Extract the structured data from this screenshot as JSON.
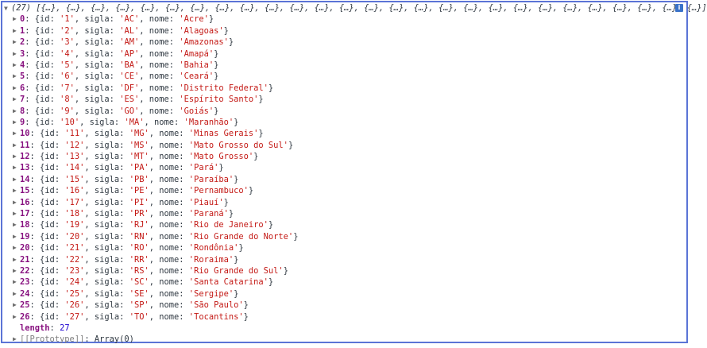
{
  "header": {
    "count": "(27)",
    "preview": "[{…}, {…}, {…}, {…}, {…}, {…}, {…}, {…}, {…}, {…}, {…}, {…}, {…}, {…}, {…}, {…}, {…}, {…}, {…}, {…}, {…}, {…}, {…}, {…}, {…}, {…}, {…}]",
    "info_icon_label": "i"
  },
  "rows": [
    {
      "index": "0",
      "id": "1",
      "sigla": "AC",
      "nome": "Acre"
    },
    {
      "index": "1",
      "id": "2",
      "sigla": "AL",
      "nome": "Alagoas"
    },
    {
      "index": "2",
      "id": "3",
      "sigla": "AM",
      "nome": "Amazonas"
    },
    {
      "index": "3",
      "id": "4",
      "sigla": "AP",
      "nome": "Amapá"
    },
    {
      "index": "4",
      "id": "5",
      "sigla": "BA",
      "nome": "Bahia"
    },
    {
      "index": "5",
      "id": "6",
      "sigla": "CE",
      "nome": "Ceará"
    },
    {
      "index": "6",
      "id": "7",
      "sigla": "DF",
      "nome": "Distrito Federal"
    },
    {
      "index": "7",
      "id": "8",
      "sigla": "ES",
      "nome": "Espírito Santo"
    },
    {
      "index": "8",
      "id": "9",
      "sigla": "GO",
      "nome": "Goiás"
    },
    {
      "index": "9",
      "id": "10",
      "sigla": "MA",
      "nome": "Maranhão"
    },
    {
      "index": "10",
      "id": "11",
      "sigla": "MG",
      "nome": "Minas Gerais"
    },
    {
      "index": "11",
      "id": "12",
      "sigla": "MS",
      "nome": "Mato Grosso do Sul"
    },
    {
      "index": "12",
      "id": "13",
      "sigla": "MT",
      "nome": "Mato Grosso"
    },
    {
      "index": "13",
      "id": "14",
      "sigla": "PA",
      "nome": "Pará"
    },
    {
      "index": "14",
      "id": "15",
      "sigla": "PB",
      "nome": "Paraíba"
    },
    {
      "index": "15",
      "id": "16",
      "sigla": "PE",
      "nome": "Pernambuco"
    },
    {
      "index": "16",
      "id": "17",
      "sigla": "PI",
      "nome": "Piauí"
    },
    {
      "index": "17",
      "id": "18",
      "sigla": "PR",
      "nome": "Paraná"
    },
    {
      "index": "18",
      "id": "19",
      "sigla": "RJ",
      "nome": "Rio de Janeiro"
    },
    {
      "index": "19",
      "id": "20",
      "sigla": "RN",
      "nome": "Rio Grande do Norte"
    },
    {
      "index": "20",
      "id": "21",
      "sigla": "RO",
      "nome": "Rondônia"
    },
    {
      "index": "21",
      "id": "22",
      "sigla": "RR",
      "nome": "Roraima"
    },
    {
      "index": "22",
      "id": "23",
      "sigla": "RS",
      "nome": "Rio Grande do Sul"
    },
    {
      "index": "23",
      "id": "24",
      "sigla": "SC",
      "nome": "Santa Catarina"
    },
    {
      "index": "24",
      "id": "25",
      "sigla": "SE",
      "nome": "Sergipe"
    },
    {
      "index": "25",
      "id": "26",
      "sigla": "SP",
      "nome": "São Paulo"
    },
    {
      "index": "26",
      "id": "27",
      "sigla": "TO",
      "nome": "Tocantins"
    }
  ],
  "length": {
    "label": "length",
    "value": "27"
  },
  "prototype": {
    "label": "[[Prototype]]",
    "value": "Array(0)"
  },
  "colors": {
    "border": "#5b74d6",
    "index": "#881280",
    "string": "#c41a16",
    "number": "#1c00cf",
    "text": "#303942"
  },
  "icons": {
    "expanded": "triangle-down-icon",
    "collapsed": "triangle-right-icon",
    "info": "info-icon"
  }
}
